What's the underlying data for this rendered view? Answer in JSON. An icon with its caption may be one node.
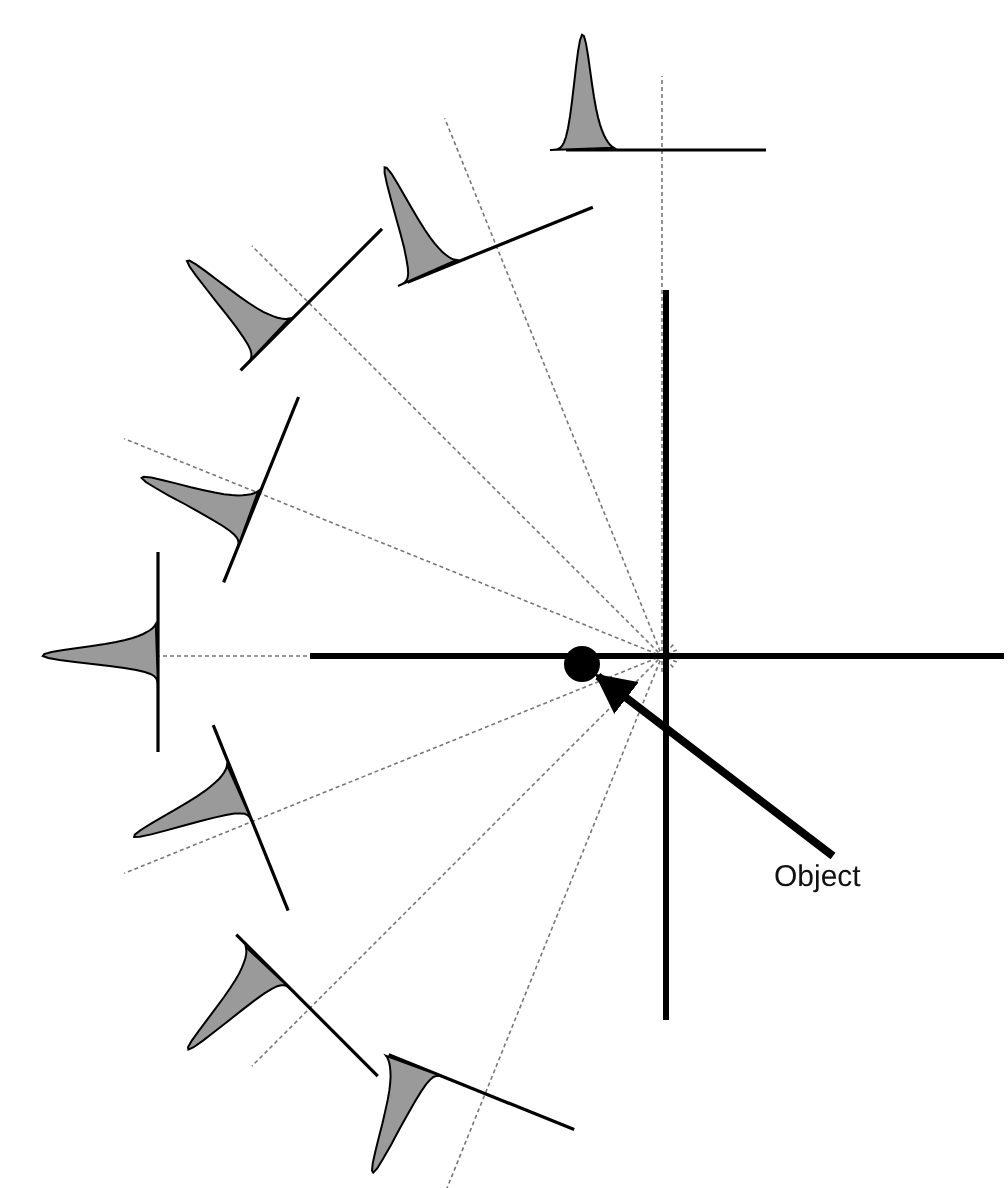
{
  "diagram": {
    "nodes": [
      {
        "text": [
          "Object"
        ]
      },
      {
        "text": [],
        "shape": "circle"
      }
    ],
    "edges": [
      {
        "from": 0,
        "to": 1,
        "arrow": "to"
      }
    ]
  }
}
